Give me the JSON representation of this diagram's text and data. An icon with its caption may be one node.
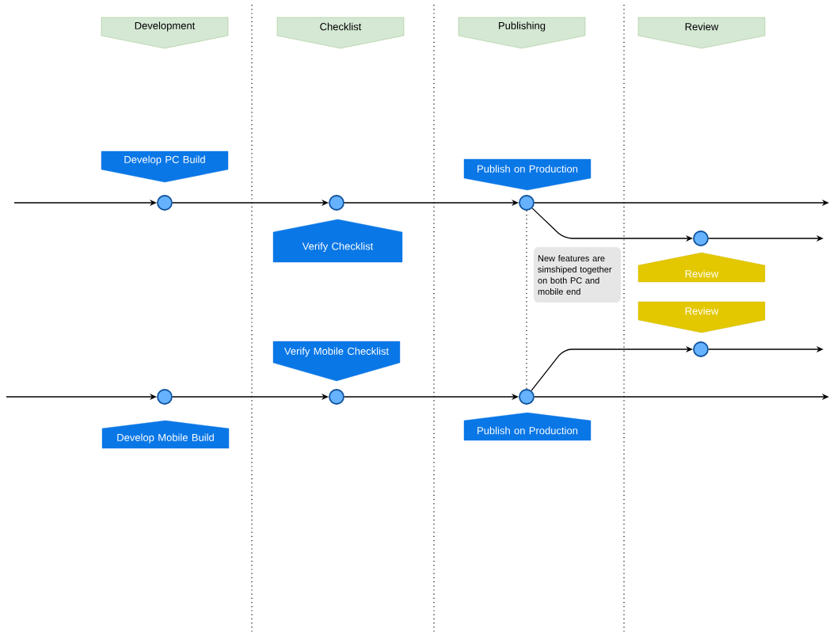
{
  "diagram": {
    "nodes": [
      {
        "text": [
          "Development"
        ]
      },
      {
        "text": [
          "Checklist"
        ]
      },
      {
        "text": [
          "Publishing"
        ]
      },
      {
        "text": [
          "Review"
        ]
      },
      {
        "text": [
          "Develop PC Build"
        ]
      },
      {
        "text": [
          "Publish on Production"
        ]
      },
      {
        "text": [
          "Verify Checklist"
        ]
      },
      {
        "text": [
          "New features are simshiped together on both PC and mobile end"
        ]
      },
      {
        "text": [
          "Review"
        ]
      },
      {
        "text": [
          "Review"
        ]
      },
      {
        "text": [
          "Verify Mobile Checklist"
        ]
      },
      {
        "text": [
          "Develop Mobile Build"
        ]
      },
      {
        "text": [
          "Publish on Production"
        ]
      },
      {
        "text": [],
        "shape": "circle"
      },
      {
        "text": [],
        "shape": "circle"
      },
      {
        "text": [],
        "shape": "circle"
      },
      {
        "text": [],
        "shape": "circle"
      },
      {
        "text": [],
        "shape": "circle"
      },
      {
        "text": [],
        "shape": "circle"
      },
      {
        "text": [],
        "shape": "circle"
      },
      {
        "text": [],
        "shape": "circle"
      }
    ],
    "edges": [
      {
        "from": null,
        "to": 13,
        "arrow": "to"
      },
      {
        "from": 13,
        "to": 14,
        "arrow": "to"
      },
      {
        "from": 14,
        "to": 15,
        "arrow": "to"
      },
      {
        "from": 15,
        "to": null,
        "arrow": "to"
      },
      {
        "from": 15,
        "to": 16,
        "arrow": "to"
      },
      {
        "from": 16,
        "to": null,
        "arrow": "to"
      },
      {
        "from": 15,
        "to": 20,
        "arrow": "none",
        "style": "dashed"
      },
      {
        "from": 20,
        "to": 17,
        "arrow": "to"
      },
      {
        "from": 17,
        "to": null,
        "arrow": "to"
      },
      {
        "from": null,
        "to": 18,
        "arrow": "to"
      },
      {
        "from": 18,
        "to": 19,
        "arrow": "to"
      },
      {
        "from": 19,
        "to": 20,
        "arrow": "to"
      },
      {
        "from": 20,
        "to": null,
        "arrow": "to"
      }
    ]
  }
}
